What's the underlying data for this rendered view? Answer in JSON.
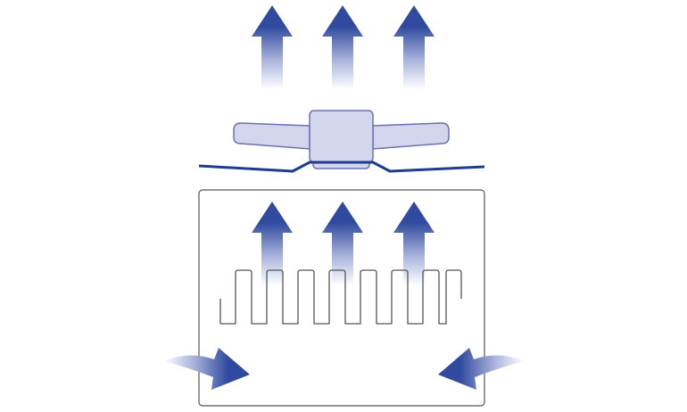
{
  "diagram": {
    "colors": {
      "arrow": "#2f4a9e",
      "arrow_fade": "#ffffff",
      "fan_fill": "#d3d5ec",
      "fan_stroke": "#6a70b0",
      "panel_line": "#1f3d8f",
      "enclosure_stroke": "#555555",
      "fins_stroke": "#555555"
    },
    "elements": {
      "fan": "fan-icon",
      "heatsink": "heatsink-fins",
      "enclosure": "enclosure-box",
      "arrows": [
        "exhaust-arrow",
        "intake-arrow"
      ]
    }
  }
}
